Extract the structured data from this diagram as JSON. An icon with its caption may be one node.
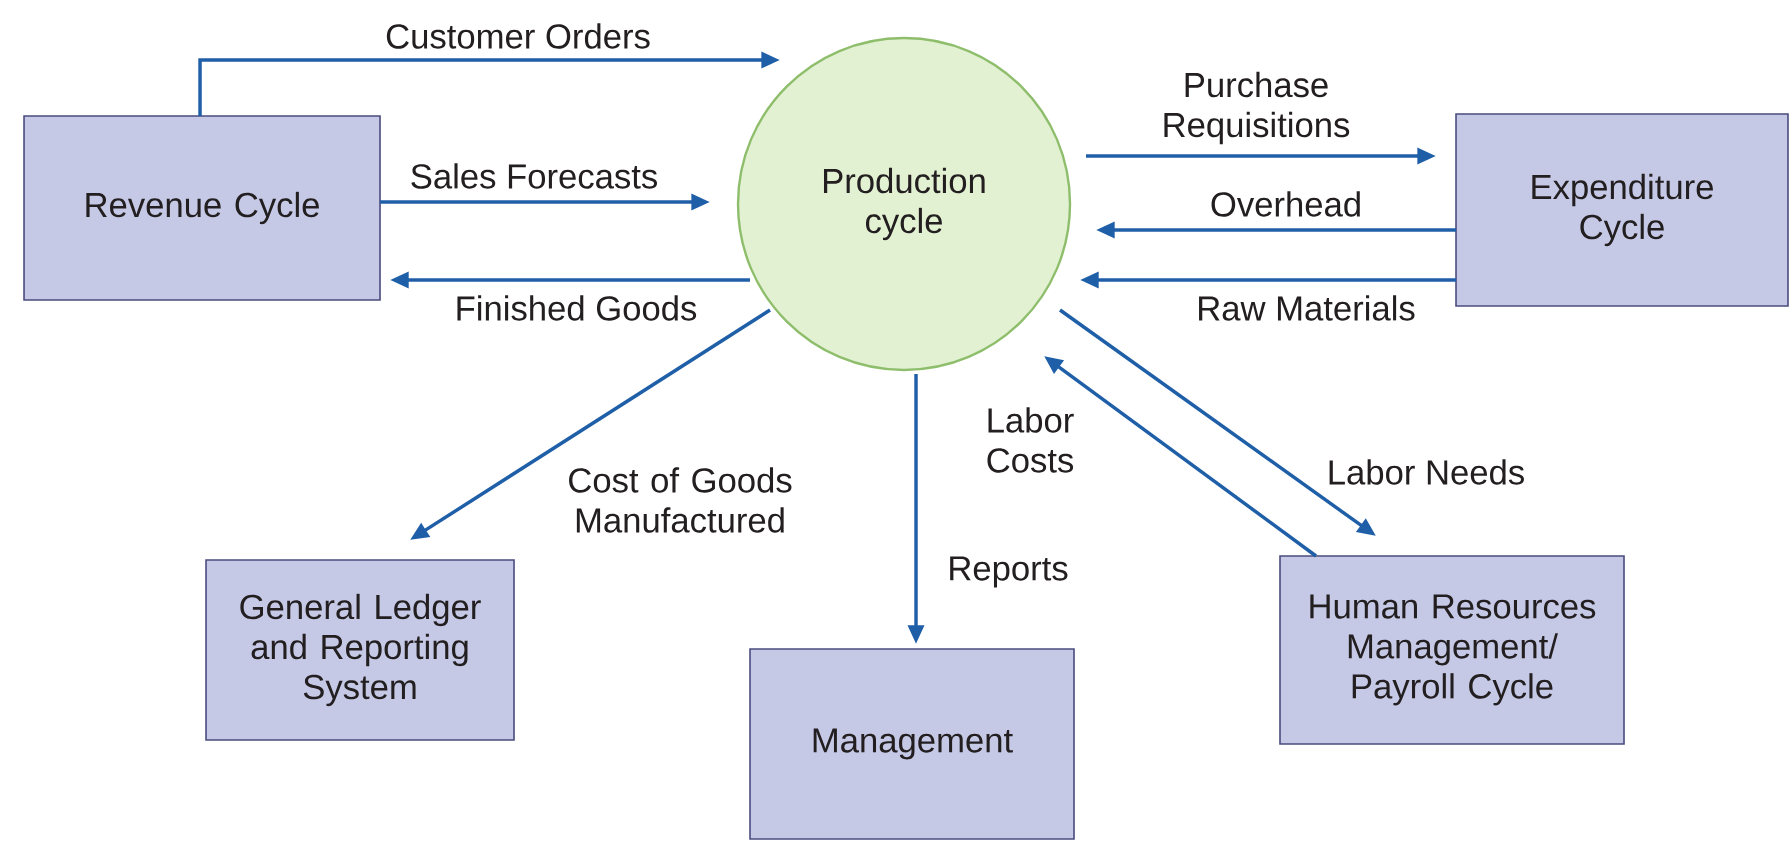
{
  "diagram": {
    "nodes": [
      {
        "text": [
          "Revenue Cycle"
        ]
      },
      {
        "text": [
          "Production cycle"
        ]
      },
      {
        "text": [
          "Expenditure Cycle"
        ]
      },
      {
        "text": [
          "General Ledger and Reporting System"
        ]
      },
      {
        "text": [
          "Management"
        ]
      },
      {
        "text": [
          "Human Resources Management/ Payroll Cycle"
        ]
      }
    ],
    "edges": [
      {
        "from": 0,
        "to": 1,
        "arrow": "to",
        "label": "Customer Orders"
      },
      {
        "from": 0,
        "to": 1,
        "arrow": "to",
        "label": "Sales Forecasts"
      },
      {
        "from": 1,
        "to": 0,
        "arrow": "to",
        "label": "Finished Goods"
      },
      {
        "from": 1,
        "to": 2,
        "arrow": "to",
        "label": "Purchase Requisitions"
      },
      {
        "from": 2,
        "to": 1,
        "arrow": "to",
        "label": "Overhead"
      },
      {
        "from": 2,
        "to": 1,
        "arrow": "to",
        "label": "Raw Materials"
      },
      {
        "from": 1,
        "to": 3,
        "arrow": "to",
        "label": "Cost of Goods Manufactured"
      },
      {
        "from": 1,
        "to": 4,
        "arrow": "to",
        "label": "Reports"
      },
      {
        "from": 1,
        "to": 5,
        "arrow": "to",
        "label": "Labor Needs"
      },
      {
        "from": 5,
        "to": 1,
        "arrow": "to",
        "label": "Labor Costs"
      }
    ]
  }
}
